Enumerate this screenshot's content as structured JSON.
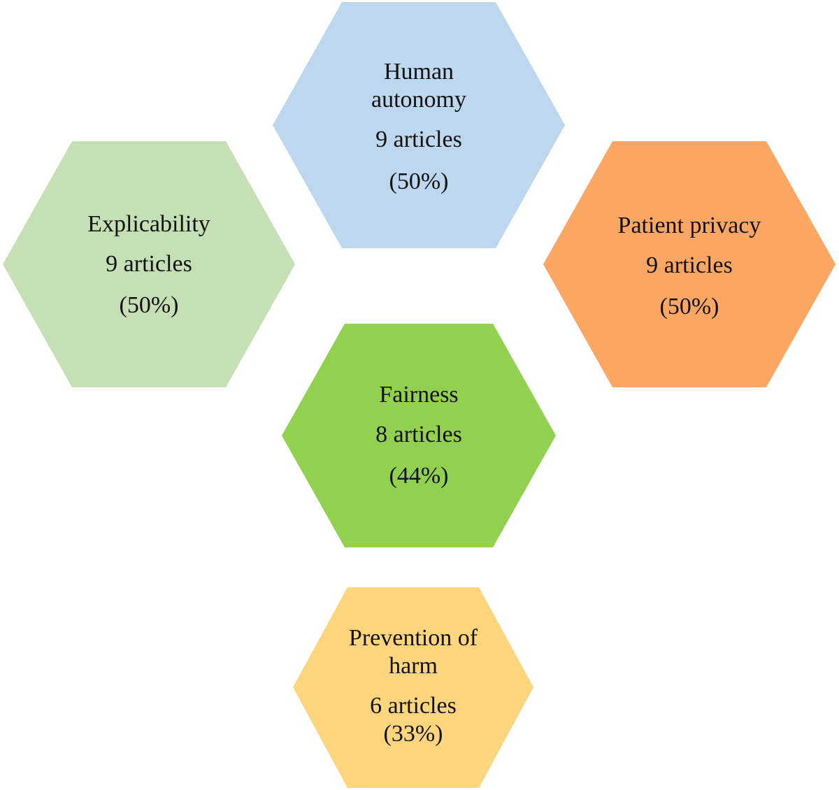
{
  "nodes": [
    {
      "id": "human-autonomy",
      "title": "Human autonomy",
      "title_lines": [
        "Human",
        "autonomy"
      ],
      "count": "9 articles",
      "percent": "(50%)",
      "color": "#bdd7ee"
    },
    {
      "id": "explicability",
      "title": "Explicability",
      "count": "9 articles",
      "percent": "(50%)",
      "color": "#c5e0b4"
    },
    {
      "id": "patient-privacy",
      "title": "Patient privacy",
      "count": "9 articles",
      "percent": "(50%)",
      "color": "#fba663"
    },
    {
      "id": "fairness",
      "title": "Fairness",
      "count": "8 articles",
      "percent": "(44%)",
      "color": "#92d050"
    },
    {
      "id": "prevention-of-harm",
      "title": "Prevention of harm",
      "title_lines": [
        "Prevention of",
        "harm"
      ],
      "count": "6 articles",
      "percent": "(33%)",
      "color": "#fdd57d"
    }
  ]
}
